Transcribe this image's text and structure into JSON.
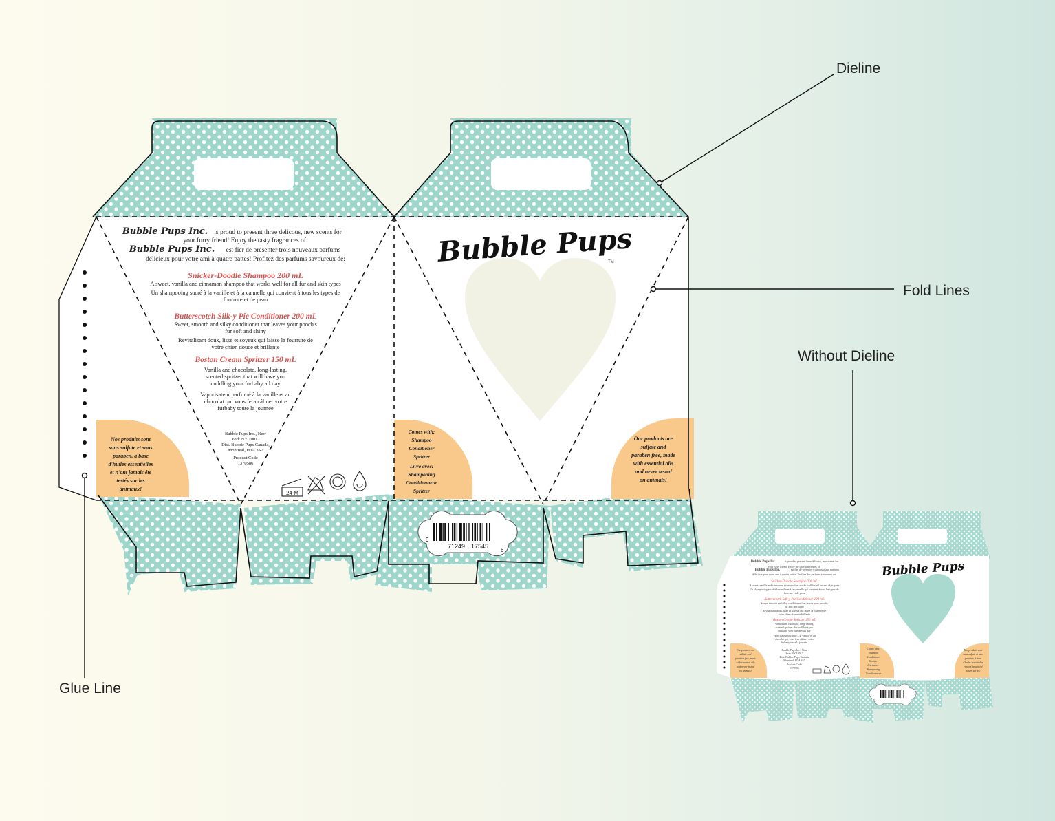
{
  "callouts": {
    "dieline": "Dieline",
    "fold_lines": "Fold Lines",
    "without_dieline": "Without Dieline",
    "glue_line": "Glue Line"
  },
  "brand": {
    "name": "Bubble Pups",
    "tm": "TM",
    "company": "Bubble Pups Inc."
  },
  "intro": {
    "en_tail": "is proud to present three delicous, new scents for",
    "en_line2": "your furry friend! Enjoy the tasty fragrances of:",
    "fr_tail": "est fier de présenter trois nouveaux parfums",
    "fr_line2": "délicieux pour votre ami à quatre pattes! Profitez des parfums savoureux de:"
  },
  "products": [
    {
      "name": "Snicker-Doodle Shampoo 200 mL",
      "en": [
        "A sweet, vanilla and cinnamon shampoo that works well for all fur and skin types"
      ],
      "fr": [
        "Un shampooing sucré à la vanille et à la cannelle qui convient à tous les types de",
        "fourrure et de peau"
      ]
    },
    {
      "name": "Butterscotch Silk-y Pie Conditioner 200 mL",
      "en": [
        "Sweet, smooth and silky conditioner that leaves your pooch's",
        "fur soft and shiny"
      ],
      "fr": [
        "Revitalisant doux, lisse et soyeux qui laisse la fourrure de",
        "votre chien douce et brillante"
      ]
    },
    {
      "name": "Boston Cream Spritzer 150 mL",
      "en": [
        "Vanilla and chocolate, long-lasting,",
        "scented spritzer that will have you",
        "cuddling your furbaby all day"
      ],
      "fr": [
        "Vaporisateur parfumé à la vanille et au",
        "chocolat qui vous fera câliner votre",
        "furbaby toute la journée"
      ]
    }
  ],
  "address": {
    "lines": [
      "Bubble Pups Inc., New",
      "York NY 10017",
      "Dist. Bubble Pups Canada,",
      "Montreal, H3A 3S7"
    ],
    "code_label": "Product Code",
    "code": "1370586"
  },
  "symbols": {
    "pao": "24 M"
  },
  "badges": {
    "fr_claim": [
      "Nos produits sont",
      "sans sulfate et sans",
      "paraben, à base",
      "d'huiles essentielles",
      "et n'ont jamais été",
      "testés sur les",
      "animaux!"
    ],
    "comes_with": [
      "Comes with:",
      "Shampoo",
      "Conditioner",
      "Spritzer"
    ],
    "livre_avec": [
      "Livré avec:",
      "Shampooing",
      "Conditionneur",
      "Spritzer"
    ],
    "en_claim": [
      "Our products are",
      "sulfate and",
      "paraben free, made",
      "with essential oils",
      "and never tested",
      "on animals!"
    ]
  },
  "barcode": {
    "lead": "9",
    "left": "71249",
    "right": "17545",
    "tail": "6"
  },
  "colors": {
    "mint": "#9fd6cc",
    "peach": "#f8c98a",
    "heart": "#f1f1e4",
    "heart_small": "#a9d9cf",
    "red": "#d9534f",
    "ink": "#111111"
  }
}
